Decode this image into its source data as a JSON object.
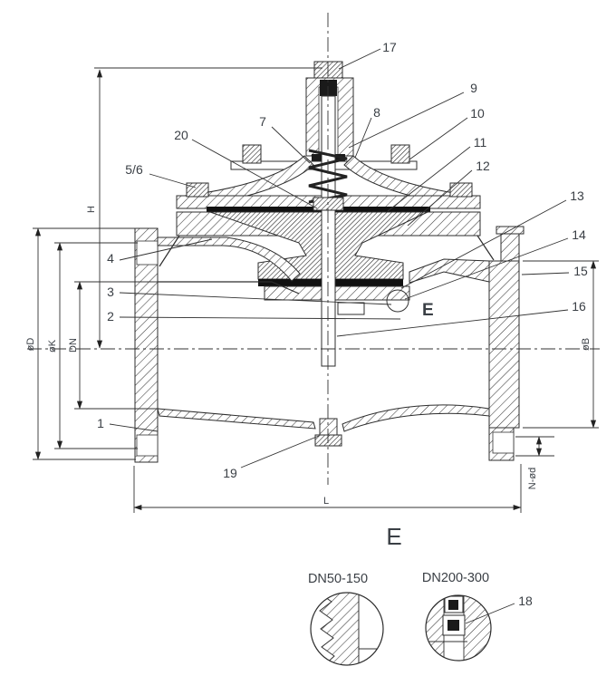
{
  "colors": {
    "line": "#2d2d2d",
    "text": "#3a3f45",
    "background": "#ffffff",
    "fill_dark": "#111111"
  },
  "callouts": {
    "c1": "1",
    "c2": "2",
    "c3": "3",
    "c4": "4",
    "c56": "5/6",
    "c7": "7",
    "c8": "8",
    "c9": "9",
    "c10": "10",
    "c11": "11",
    "c12": "12",
    "c13": "13",
    "c14": "14",
    "c15": "15",
    "c16": "16",
    "c17": "17",
    "c18": "18",
    "c19": "19",
    "c20": "20"
  },
  "dims": {
    "height": "H",
    "length": "L",
    "nominal_bore": "DN",
    "flange_od": "øD",
    "bolt_circle": "øK",
    "outlet_dia": "øB",
    "bolt_holes": "N-ød"
  },
  "detail": {
    "marker": "E",
    "title": "E",
    "small_range": "DN50-150",
    "large_range": "DN200-300"
  }
}
